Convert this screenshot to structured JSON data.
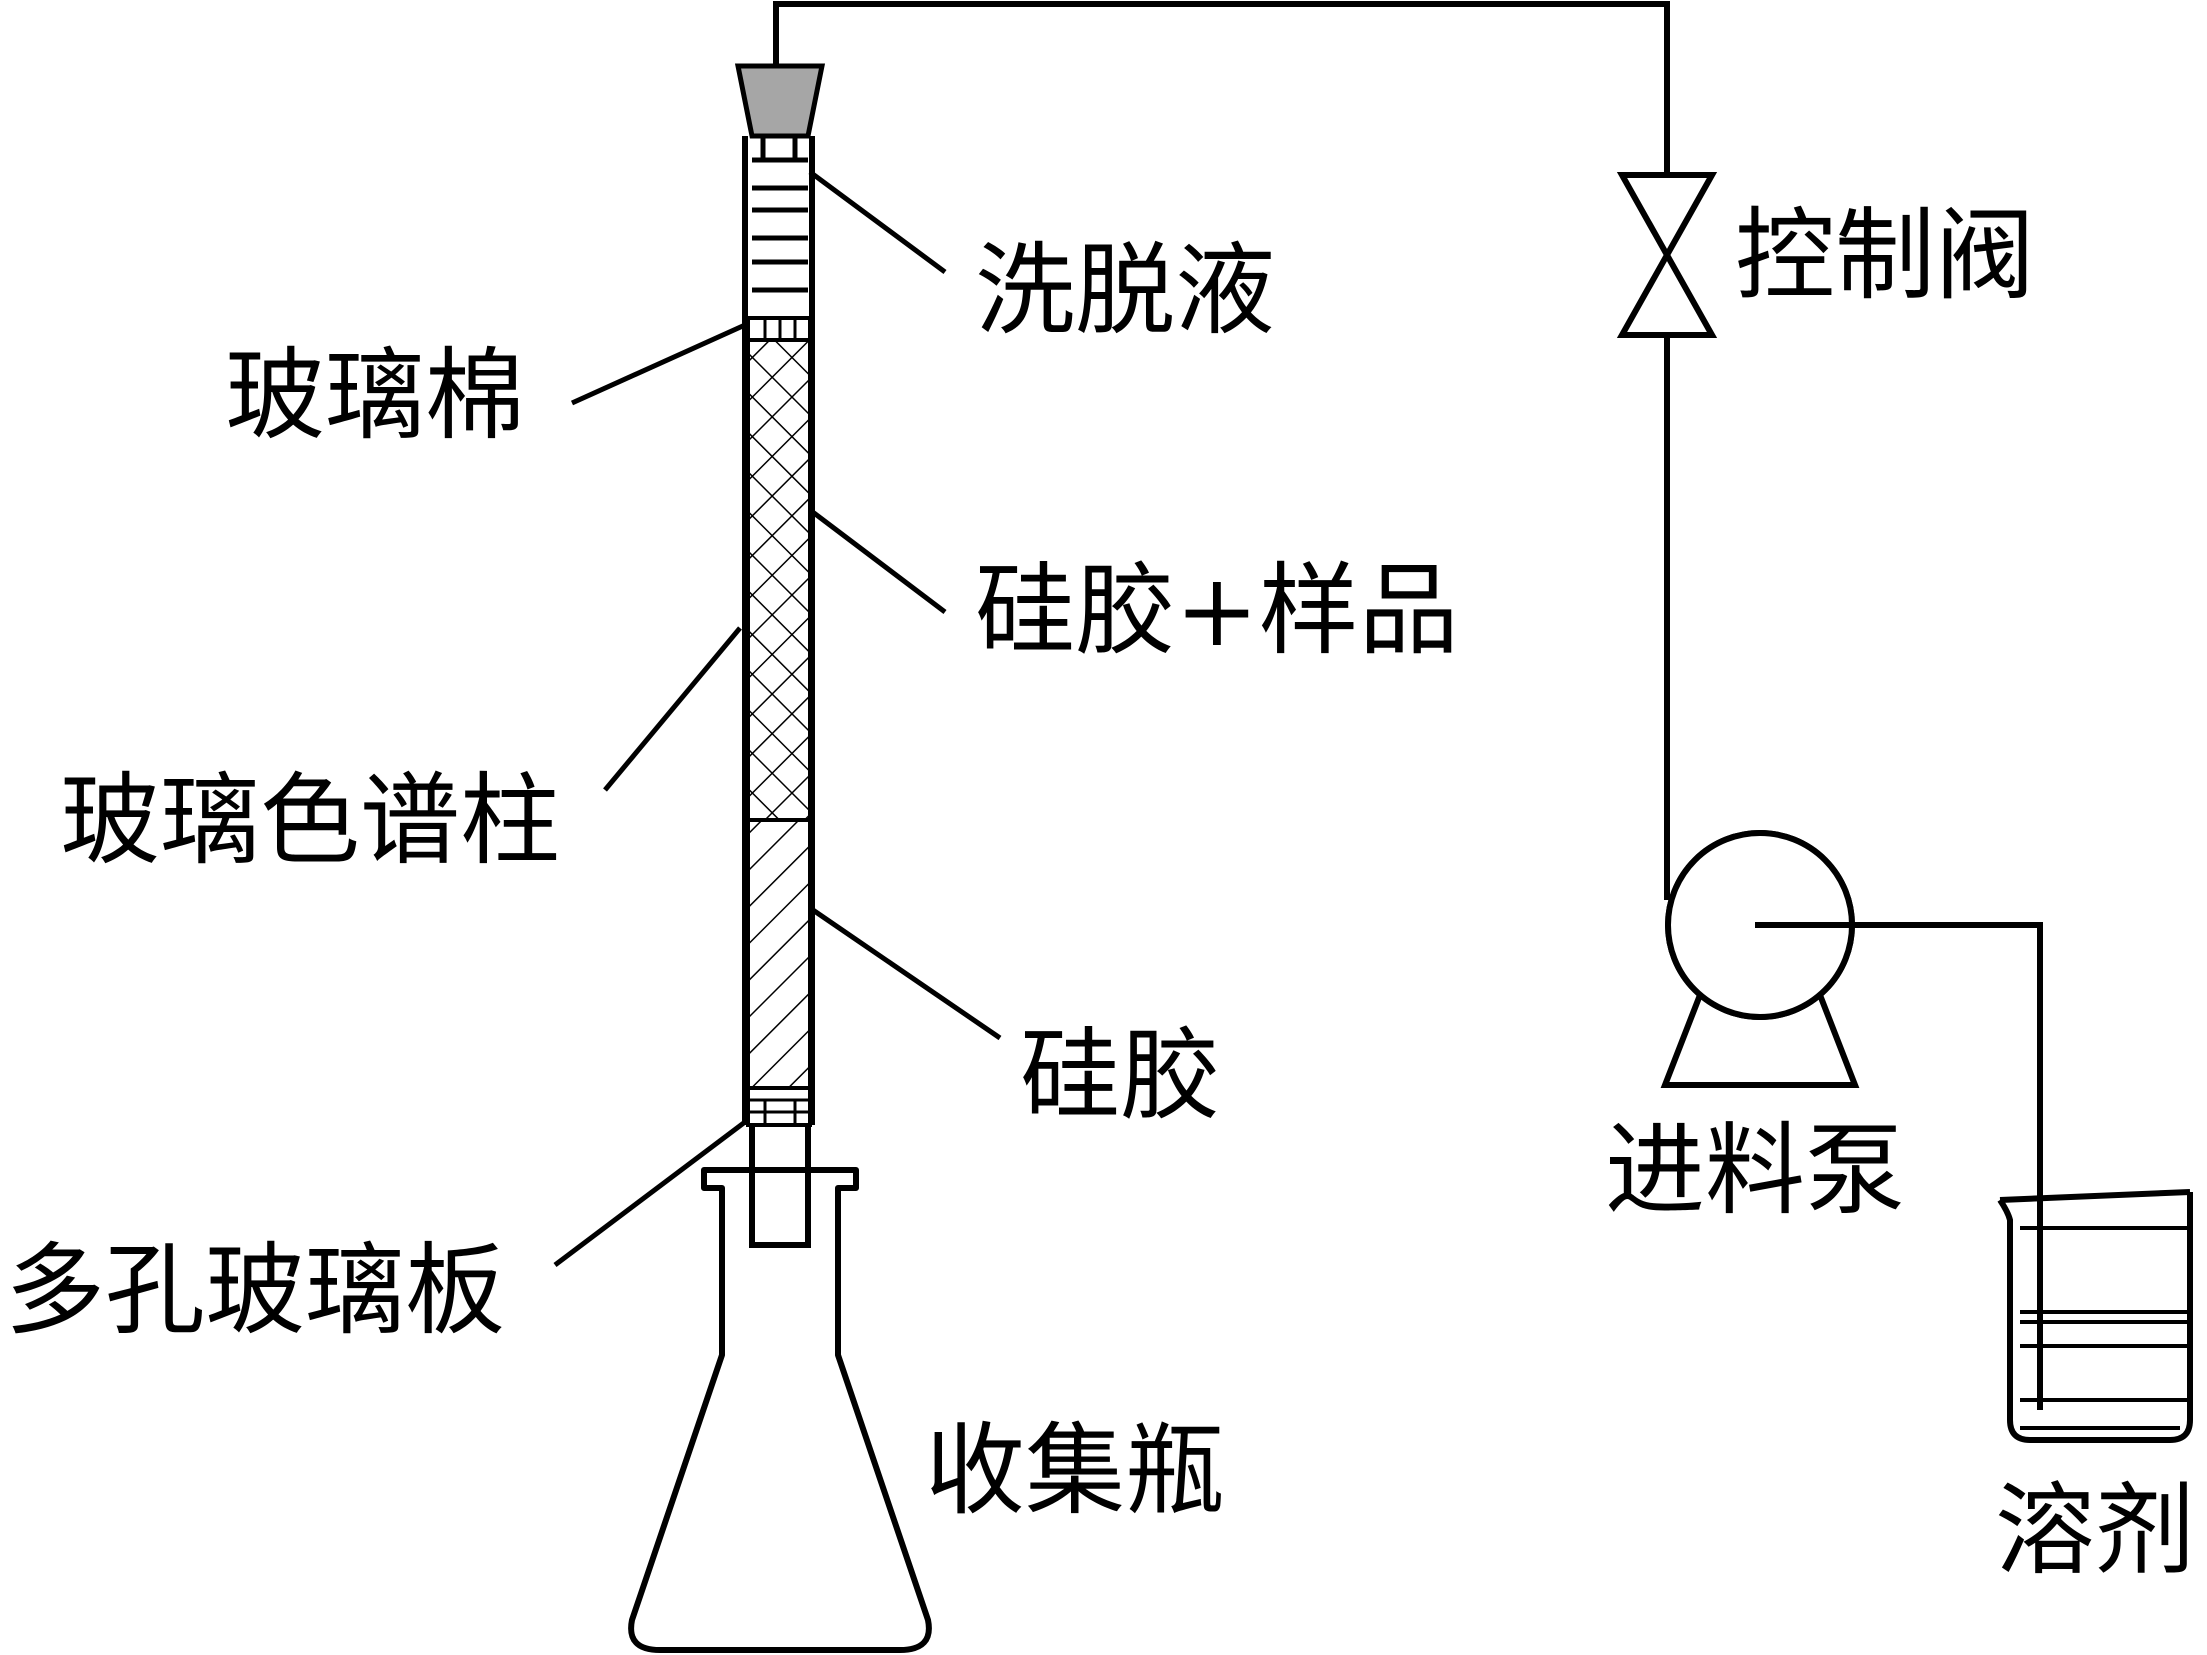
{
  "labels": {
    "eluent": "洗脱液",
    "glass_wool": "玻璃棉",
    "silica_sample": "硅胶+样品",
    "glass_column": "玻璃色谱柱",
    "silica_gel": "硅胶",
    "porous_glass_plate": "多孔玻璃板",
    "collection_flask": "收集瓶",
    "control_valve": "控制阀",
    "feed_pump": "进料泵",
    "solvent": "溶剂"
  },
  "colors": {
    "line": "#000000",
    "funnel_fill": "#a6a6a6",
    "background": "#ffffff"
  }
}
